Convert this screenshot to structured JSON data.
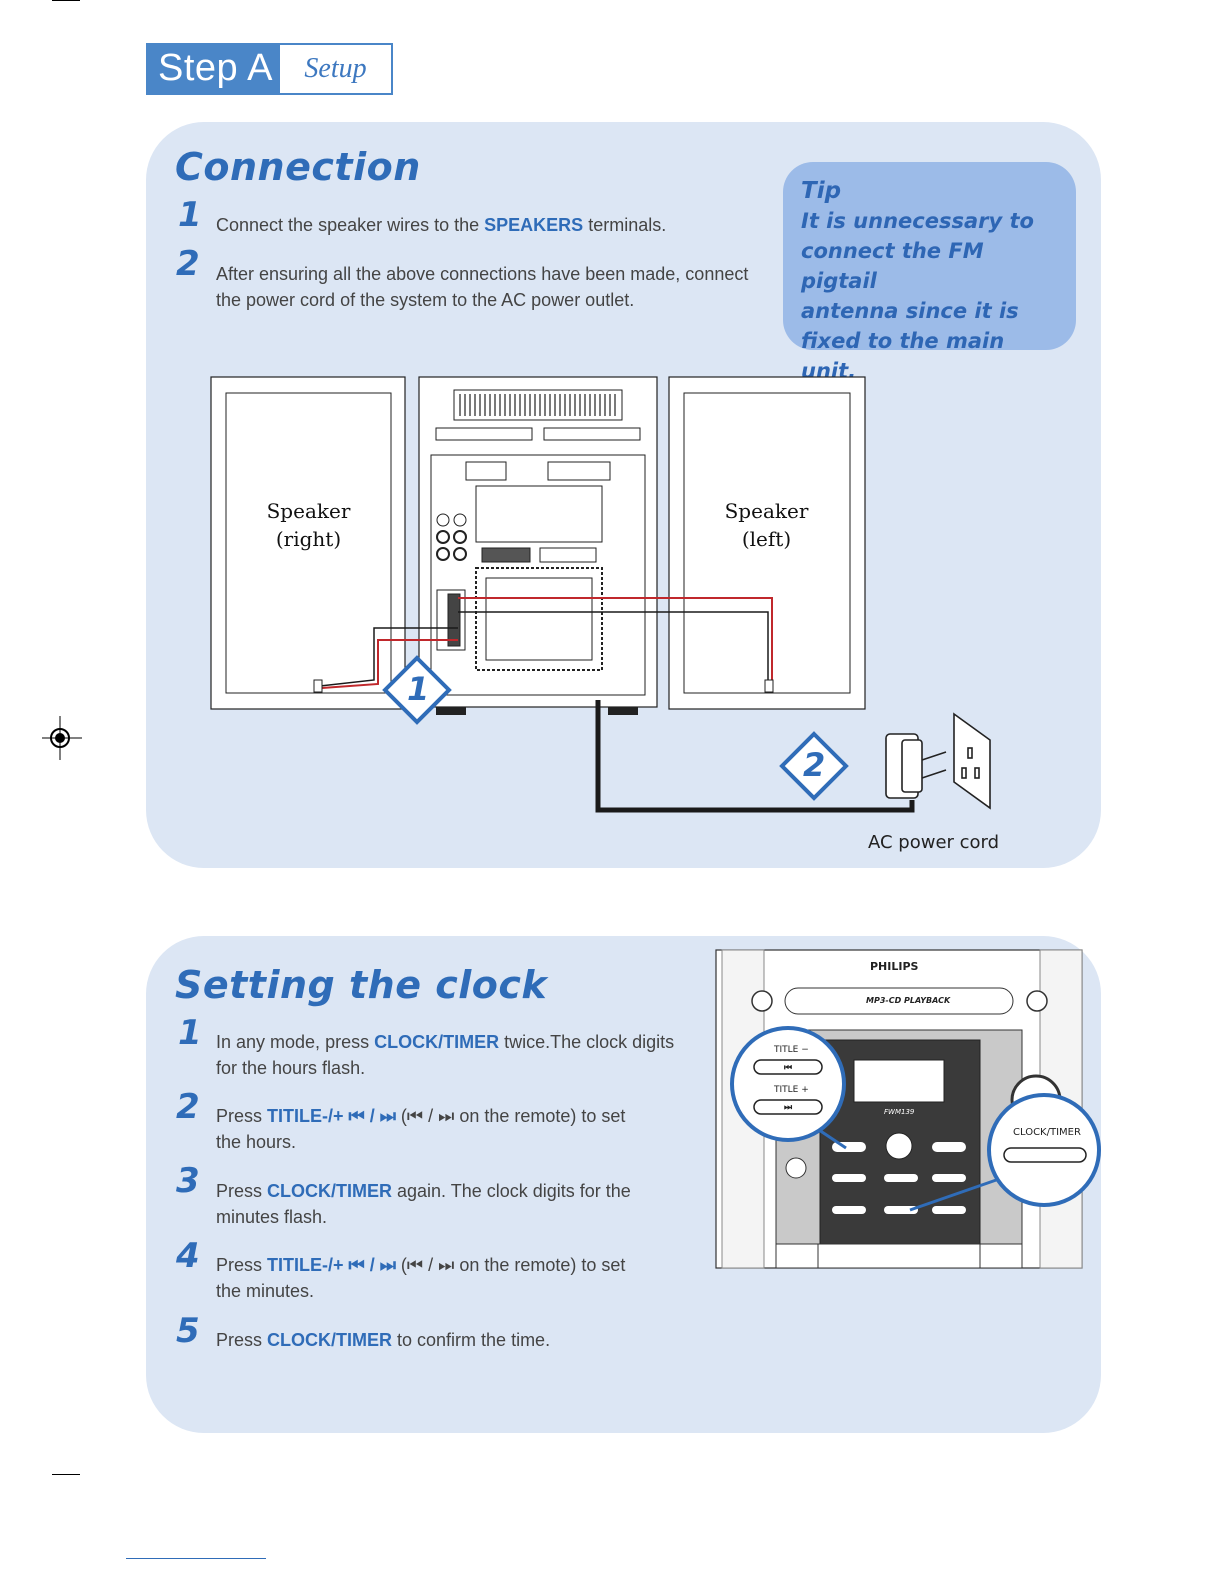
{
  "header": {
    "step": "Step A",
    "section": "Setup"
  },
  "connection": {
    "title": "Connection",
    "steps": [
      {
        "num": "1",
        "pre": "Connect the speaker wires to the ",
        "bold": "SPEAKERS",
        "post": " terminals."
      },
      {
        "num": "2",
        "line1": "After ensuring all the above connections have been made, connect",
        "line2": "the power cord of the system to the AC power outlet."
      }
    ],
    "tip": {
      "title": "Tip",
      "lines": [
        "It is unnecessary to",
        "connect the FM pigtail",
        "antenna since it is",
        "fixed to the main unit."
      ]
    },
    "diagram": {
      "speaker_right": [
        "Speaker",
        "(right)"
      ],
      "speaker_left": [
        "Speaker",
        "(left)"
      ],
      "callout_1": "1",
      "callout_2": "2",
      "ac_caption": "AC power cord",
      "wire_red": "#c0282c",
      "wire_black": "#1a1a1a"
    }
  },
  "clock": {
    "title": "Setting the clock",
    "steps": [
      {
        "num": "1",
        "a": "In any mode, press ",
        "b": "CLOCK/TIMER",
        "c": " twice.The clock digits",
        "line2": "for the hours flash."
      },
      {
        "num": "2",
        "a": "Press ",
        "b": "TITILE-/+ ⏮ / ⏭",
        "c": " (⏮ / ⏭  on the remote) to set",
        "line2": "the hours."
      },
      {
        "num": "3",
        "a": "Press ",
        "b": "CLOCK/TIMER",
        "c": " again.  The clock digits for the",
        "line2": "minutes flash."
      },
      {
        "num": "4",
        "a": "Press ",
        "b": "TITILE-/+ ⏮ / ⏭",
        "c": " (⏮ / ⏭  on the remote) to set",
        "line2": "the minutes."
      },
      {
        "num": "5",
        "a": "Press ",
        "b": "CLOCK/TIMER",
        "c": " to confirm the time.",
        "line2": ""
      }
    ],
    "device": {
      "brand": "PHILIPS",
      "playback": "MP3-CD PLAYBACK",
      "model": "FWM139",
      "title_minus": "TITLE −",
      "title_plus": "TITLE +",
      "clock_timer": "CLOCK/TIMER",
      "accent": "#2f6cb8"
    }
  }
}
